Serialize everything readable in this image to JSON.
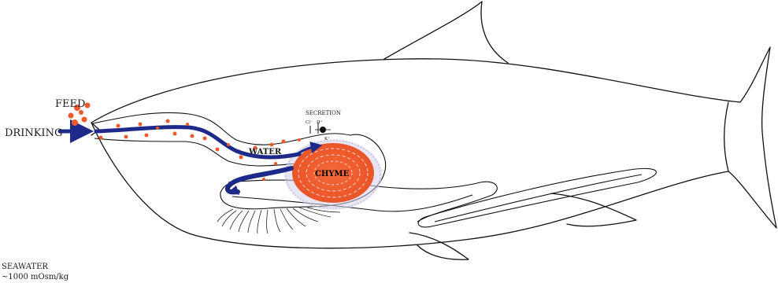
{
  "labels": {
    "feed": "FEED",
    "drinking": "DRINKING",
    "secretion": "SECRETION",
    "cl": "Cl⁻",
    "h": "H⁺",
    "k": "K⁺",
    "water": "WATER",
    "chyme": "CHYME",
    "seawater_title": "SEAWATER",
    "seawater_value": "~1000 mOsm/kg"
  },
  "colors": {
    "water_flow": "#1e2a8a",
    "feed_particles": "#ee5a2a",
    "chyme": "#ef5a2c",
    "outline": "#111111"
  }
}
